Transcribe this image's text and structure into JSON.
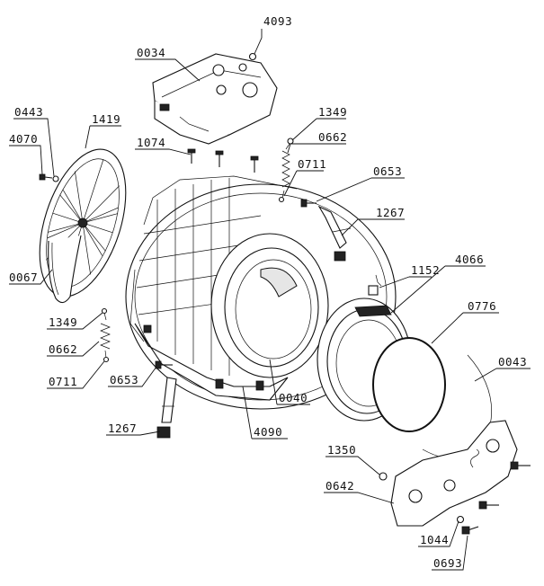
{
  "diagram": {
    "labels": {
      "p0034": "0034",
      "p4093": "4093",
      "p1349a": "1349",
      "p1074": "1074",
      "p0662a": "0662",
      "p0711a": "0711",
      "p0653a": "0653",
      "p1267a": "1267",
      "p0443": "0443",
      "p4070": "4070",
      "p1419": "1419",
      "p0067": "0067",
      "p1152": "1152",
      "p4066": "4066",
      "p0776": "0776",
      "p0043": "0043",
      "p1349b": "1349",
      "p0662b": "0662",
      "p0711b": "0711",
      "p0653b": "0653",
      "p0040": "0040",
      "p1267b": "1267",
      "p4090": "4090",
      "p1350": "1350",
      "p0642": "0642",
      "p1044": "1044",
      "p0693": "0693"
    }
  }
}
